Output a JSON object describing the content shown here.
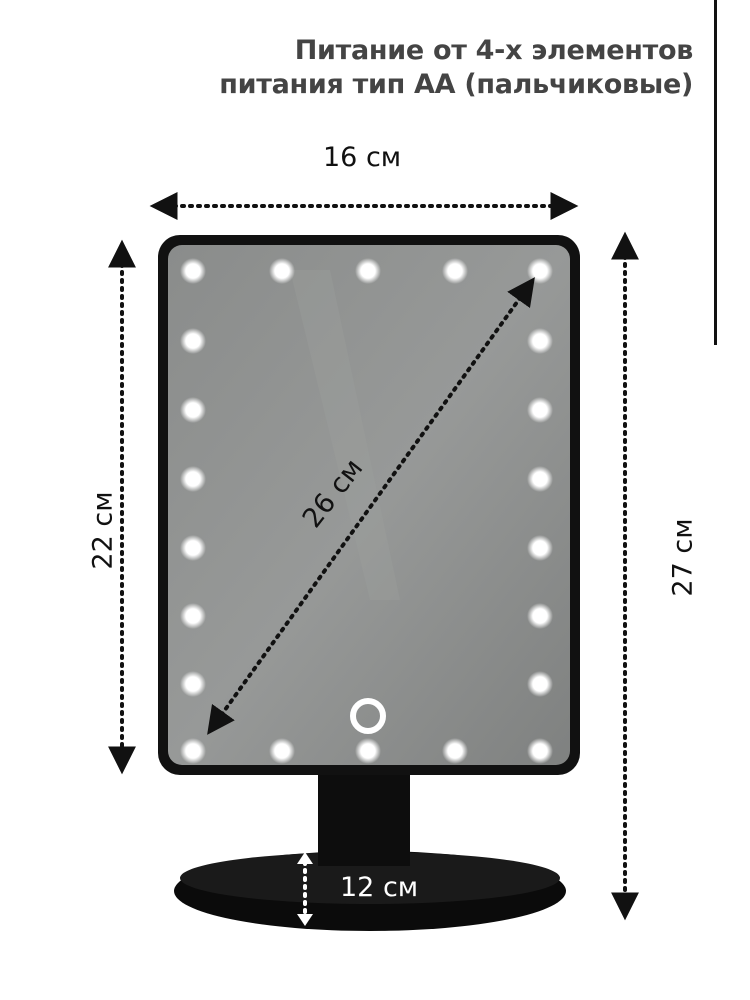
{
  "title": {
    "line1": "Питание от 4-х элементов",
    "line2": "питания тип АА (пальчиковые)"
  },
  "dimensions": {
    "width": "16 см",
    "height_mirror": "22 см",
    "height_total": "27 см",
    "diagonal": "26 см",
    "stand_height": "12 см"
  },
  "colors": {
    "mirror_frame": "#111111",
    "mirror_glass": "#8e908f",
    "bulb": "#ffffff",
    "text_title": "#444444"
  },
  "icons": {
    "touch_button": "power-ring-icon"
  }
}
